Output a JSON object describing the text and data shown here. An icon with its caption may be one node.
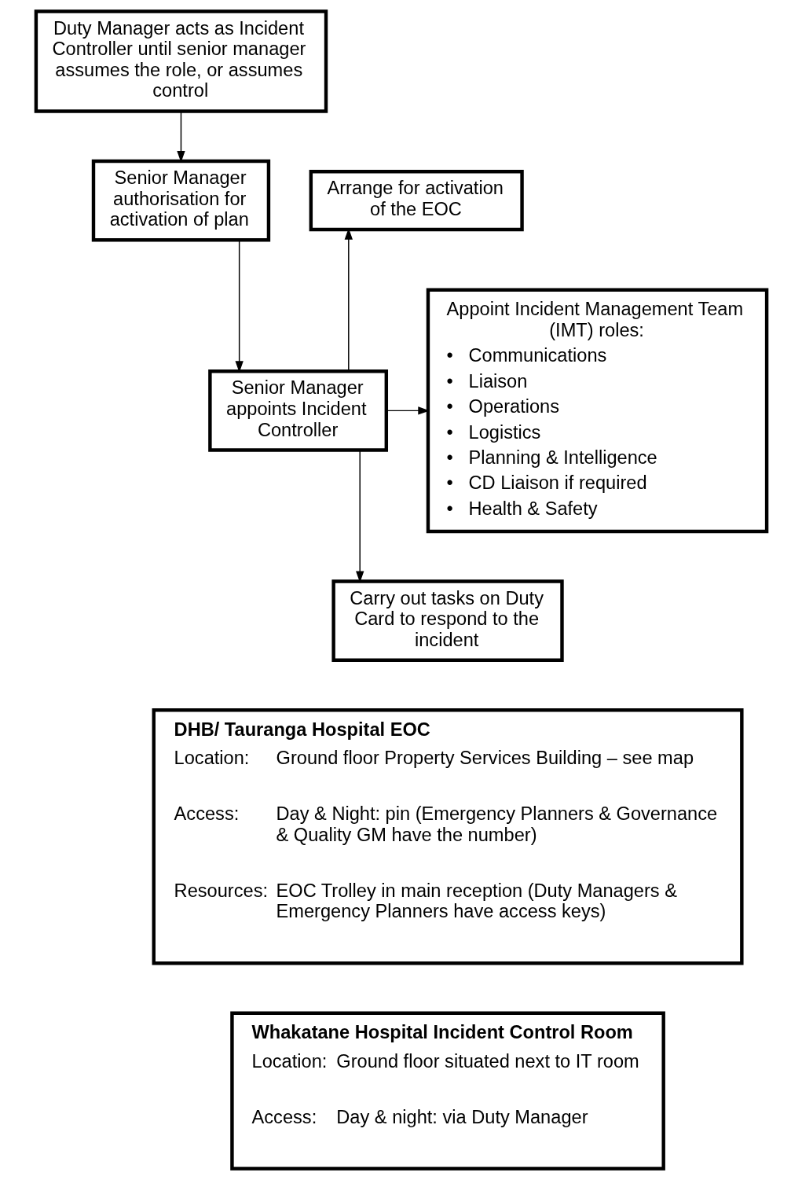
{
  "diagram": {
    "nodes": [
      {
        "text": [
          "Duty Manager acts as Incident Controller until senior manager assumes the role, or assumes control"
        ]
      },
      {
        "text": [
          "Senior Manager authorisation for activation of plan"
        ]
      },
      {
        "text": [
          "Senior Manager appoints Incident Controller"
        ]
      },
      {
        "text": [
          "Arrange for activation of the EOC"
        ]
      },
      {
        "text": [
          "Appoint Incident Management Team (IMT) roles:",
          "•   Communications",
          "•   Liaison",
          "•   Operations",
          "•   Logistics",
          "•   Planning & Intelligence",
          "•   CD Liaison if required",
          "•   Health & Safety"
        ]
      },
      {
        "text": [
          "Carry out tasks on Duty Card to respond to the incident"
        ]
      },
      {
        "text": [
          "DHB/ Tauranga Hospital EOC",
          "Location:",
          "Ground floor Property Services Building – see map",
          "Access:",
          "Day & Night: pin (Emergency Planners & Governance & Quality GM have the number)",
          "Resources:",
          "EOC Trolley in main reception (Duty Managers & Emergency Planners have access keys)"
        ]
      },
      {
        "text": [
          "Whakatane Hospital Incident Control Room",
          "Location:",
          "Ground floor situated next to IT room",
          "Access:",
          "Day & night: via Duty Manager"
        ]
      }
    ],
    "edges": [
      {
        "from": 0,
        "to": 1,
        "arrow": "to"
      },
      {
        "from": 1,
        "to": 2,
        "arrow": "to"
      },
      {
        "from": 2,
        "to": 3,
        "arrow": "to"
      },
      {
        "from": 2,
        "to": 4,
        "arrow": "to"
      },
      {
        "from": 2,
        "to": 5,
        "arrow": "to"
      }
    ]
  }
}
